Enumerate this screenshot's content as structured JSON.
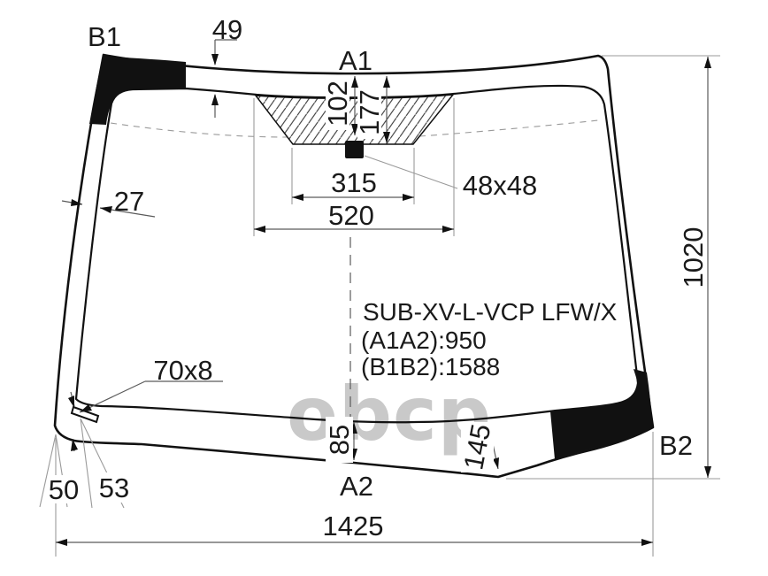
{
  "watermark": "obcp",
  "corner_labels": {
    "top_left": "B1",
    "top_center": "A1",
    "bottom_center": "A2",
    "bottom_right": "B2"
  },
  "dimensions": {
    "top_band_width": "49",
    "left_band_width": "27",
    "sensor_top_offset": "102",
    "band_depth_center": "177",
    "sensor_zone_width": "315",
    "shade_band_width": "520",
    "sensor_size": "48x48",
    "glass_height": "1020",
    "glass_width": "1425",
    "bottom_band_width": "85",
    "bottom_band_right_width": "145",
    "slot_size": "70x8",
    "corner_offset_1": "50",
    "corner_offset_2": "53"
  },
  "info_block": {
    "part_code": "SUB-XV-L-VCP LFW/X",
    "a1a2": "(A1A2):950",
    "b1b2": "(B1B2):1588"
  }
}
